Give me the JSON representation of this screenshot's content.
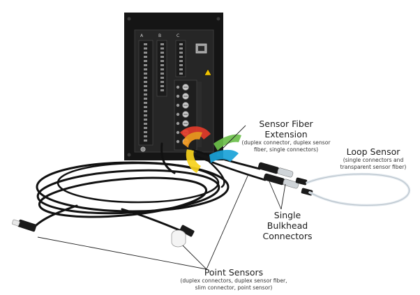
{
  "labels": {
    "sensor_fiber_extension": {
      "title": "Sensor Fiber Extension",
      "sub_1": "(duplex connector, duplex sensor",
      "sub_2": "fiber, single connectors)"
    },
    "loop_sensor": {
      "title": "Loop Sensor",
      "sub_1": "(single connectors and",
      "sub_2": "transparent sensor fiber)"
    },
    "single_bulkhead_connectors": {
      "title_1": "Single Bulkhead",
      "title_2": "Connectors"
    },
    "point_sensors": {
      "title": "Point Sensors",
      "sub_1": "(duplex connectors, duplex sensor fiber,",
      "sub_2": "slim connector, point sensor)"
    }
  },
  "device": {
    "terminal_column_labels": [
      "A",
      "B",
      "C"
    ],
    "colors": {
      "chassis": "#151515",
      "faceplate": "#2a2a2a",
      "screw": "#c9c9c9",
      "cable": "#111111",
      "clear_fiber": "#dfe6ec",
      "warning": "#f2c400"
    }
  },
  "watermark": {
    "colors": [
      "#e23b2a",
      "#f29a1f",
      "#f7d21c",
      "#6cc04a",
      "#1aa2d8"
    ]
  }
}
